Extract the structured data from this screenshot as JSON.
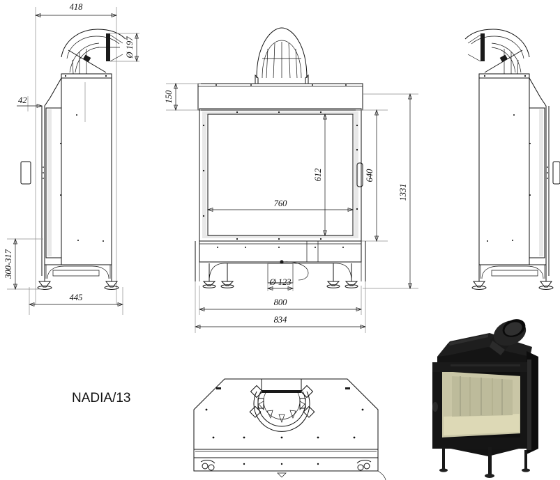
{
  "drawing": {
    "model_label": "NADIA/13",
    "units_note": "",
    "views": {
      "left_section": "left-side-section-view",
      "front": "front-elevation-view",
      "right_section": "right-side-section-view",
      "top": "top-plan-view",
      "photo": "product-3d-render"
    }
  },
  "dimensions": {
    "left_view": {
      "width_overall": "418",
      "flue_diameter": "Ø 197",
      "front_offset": "42",
      "leg_height_range": "300-317",
      "depth": "445"
    },
    "front_view": {
      "top_hood_height": "150",
      "glass_height": "612",
      "opening_height": "640",
      "glass_width": "760",
      "air_inlet_diameter": "Ø 123",
      "body_width": "800",
      "overall_width": "834",
      "overall_height": "1331"
    }
  },
  "colors": {
    "line": "#111111",
    "extension_line": "#8c8c8c",
    "body_fill": "#ffffff",
    "panel_shade": "#e8e8e8",
    "photo_body": "#141414",
    "photo_glass": "#c9c6a6",
    "photo_interior": "#d9d6b4",
    "background": "#ffffff"
  },
  "photo": {
    "alt": "Black steel fireplace insert with large glass front, top flue collar and adjustable legs"
  }
}
